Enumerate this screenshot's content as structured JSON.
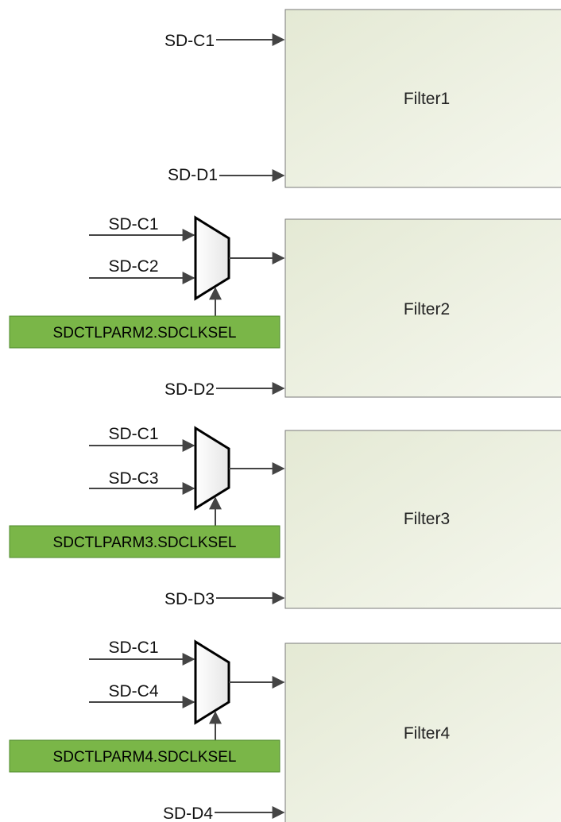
{
  "filters": [
    {
      "name": "Filter1",
      "clock_input": "SD-C1",
      "data_input": "SD-D1",
      "has_mux": false
    },
    {
      "name": "Filter2",
      "mux_inputs": [
        "SD-C1",
        "SD-C2"
      ],
      "select_register": "SDCTLPARM2.SDCLKSEL",
      "data_input": "SD-D2",
      "has_mux": true
    },
    {
      "name": "Filter3",
      "mux_inputs": [
        "SD-C1",
        "SD-C3"
      ],
      "select_register": "SDCTLPARM3.SDCLKSEL",
      "data_input": "SD-D3",
      "has_mux": true
    },
    {
      "name": "Filter4",
      "mux_inputs": [
        "SD-C1",
        "SD-C4"
      ],
      "select_register": "SDCTLPARM4.SDCLKSEL",
      "data_input": "SD-D4",
      "has_mux": true
    }
  ],
  "colors": {
    "filter_fill_top": "#e8ecda",
    "filter_fill_bottom": "#f4f6ec",
    "register_fill": "#7ab648",
    "wire": "#444444"
  }
}
